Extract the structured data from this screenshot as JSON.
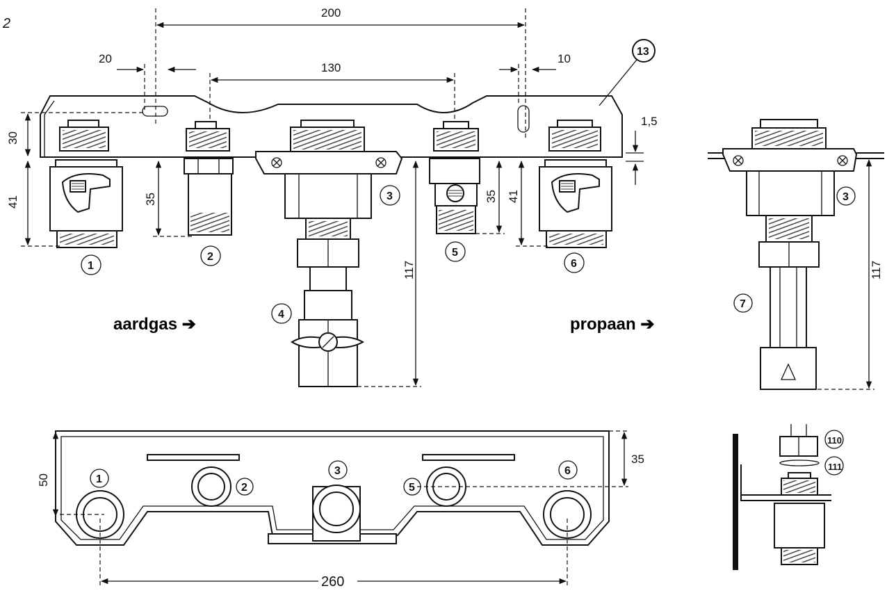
{
  "figure_label": "2",
  "labels": {
    "aardgas": "aardgas ➔",
    "propaan": "propaan ➔"
  },
  "dimensions": {
    "d200": "200",
    "d20": "20",
    "d130": "130",
    "d10": "10",
    "d30": "30",
    "d41a": "41",
    "d35a": "35",
    "d117a": "117",
    "d35b": "35",
    "d41b": "41",
    "d1_5": "1,5",
    "d117b": "117",
    "d50": "50",
    "d35c": "35",
    "d260": "260"
  },
  "callouts": {
    "c1": "1",
    "c2": "2",
    "c3": "3",
    "c4": "4",
    "c5": "5",
    "c6": "6",
    "c13": "13",
    "c3r": "3",
    "c7": "7",
    "b1": "1",
    "b2": "2",
    "b3": "3",
    "b5": "5",
    "b6": "6",
    "c110": "110",
    "c111": "111"
  }
}
